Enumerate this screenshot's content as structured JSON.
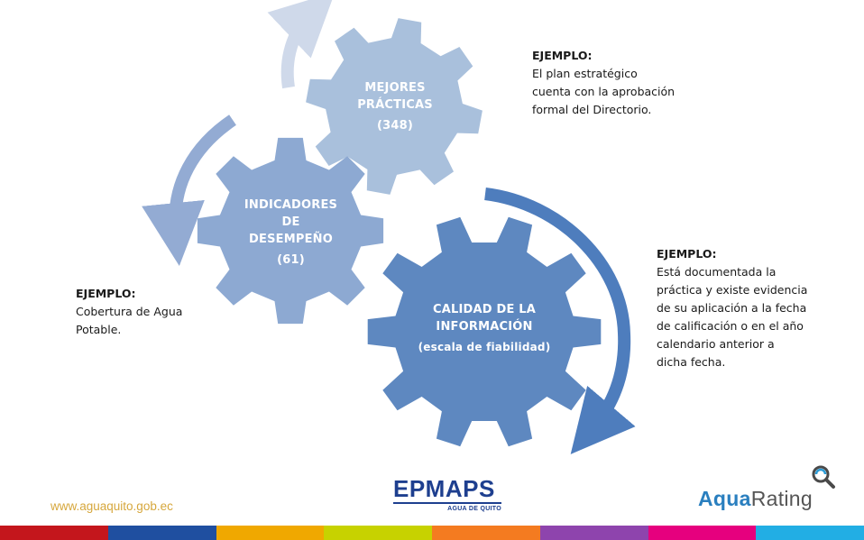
{
  "gears": {
    "best_practices": {
      "lines": [
        "MEJORES",
        "PRÁCTICAS"
      ],
      "count": "(348)",
      "color": "#a9c0dc"
    },
    "performance": {
      "lines": [
        "INDICADORES",
        "DE",
        "DESEMPEÑO"
      ],
      "count": "(61)",
      "color": "#8da9d2"
    },
    "quality": {
      "lines": [
        "CALIDAD DE LA",
        "INFORMACIÓN"
      ],
      "count": "(escala de fiabilidad)",
      "color": "#5e88c0"
    }
  },
  "examples": {
    "top_right": {
      "title": "EJEMPLO:",
      "lines": [
        "El plan estratégico",
        "cuenta con la aprobación",
        "formal del Directorio."
      ]
    },
    "middle_right": {
      "title": "EJEMPLO:",
      "lines": [
        "Está documentada la",
        "práctica y existe evidencia",
        "de su aplicación a la fecha",
        "de calificación o en el año",
        "calendario anterior a",
        "dicha fecha."
      ]
    },
    "left": {
      "title": "EJEMPLO:",
      "lines": [
        "Cobertura de Agua",
        "Potable."
      ]
    }
  },
  "footer": {
    "url": "www.aguaquito.gob.ec",
    "epmaps": {
      "brand": "EPMAPS",
      "tagline": "AGUA DE QUITO"
    },
    "aquarating": {
      "aqua": "Aqua",
      "rating": "Rating"
    },
    "stripe_colors": [
      "#c4161c",
      "#1f4fa0",
      "#f0a800",
      "#c7d200",
      "#f47b20",
      "#8e44ad",
      "#e6007e",
      "#22aee4"
    ]
  },
  "arrow_colors": {
    "top": "#cfd9ea",
    "left": "#93abd3",
    "right": "#4e7dbd"
  }
}
